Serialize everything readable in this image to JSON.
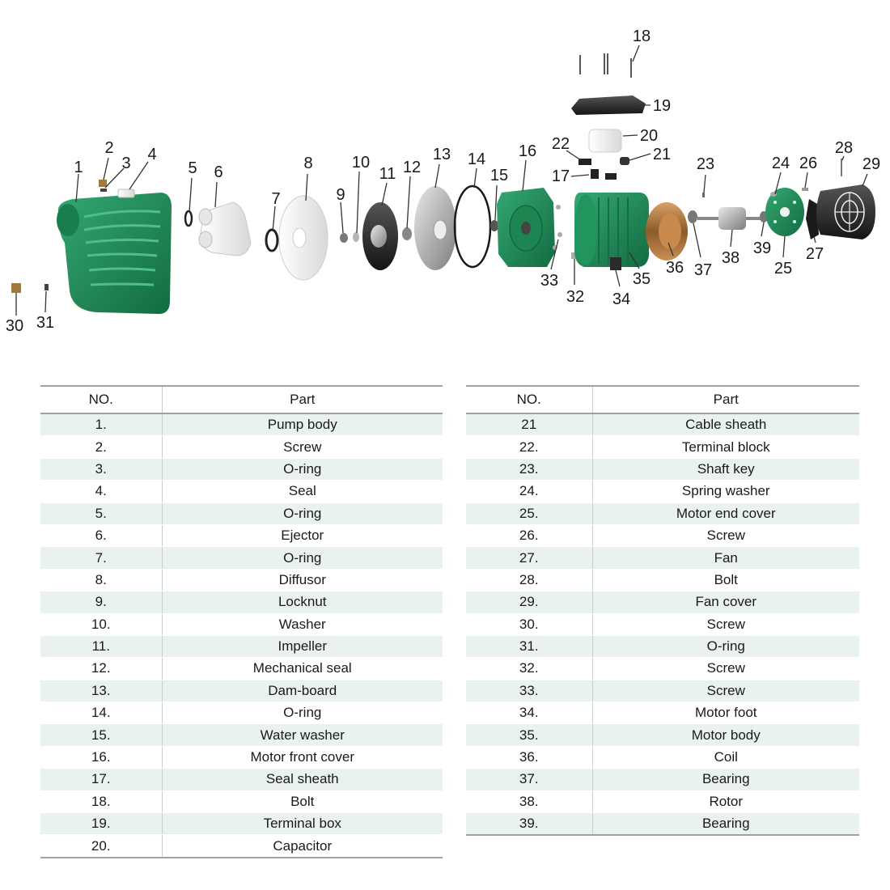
{
  "callouts": [
    "1",
    "2",
    "3",
    "4",
    "5",
    "6",
    "7",
    "8",
    "9",
    "10",
    "11",
    "12",
    "13",
    "14",
    "15",
    "16",
    "17",
    "18",
    "19",
    "20",
    "21",
    "22",
    "23",
    "24",
    "25",
    "26",
    "27",
    "28",
    "29",
    "30",
    "31",
    "32",
    "33",
    "34",
    "35",
    "36",
    "37",
    "38",
    "39"
  ],
  "table": {
    "header_no": "NO.",
    "header_part": "Part",
    "left_rows": [
      {
        "no": "1.",
        "part": "Pump body"
      },
      {
        "no": "2.",
        "part": "Screw"
      },
      {
        "no": "3.",
        "part": "O-ring"
      },
      {
        "no": "4.",
        "part": "Seal"
      },
      {
        "no": "5.",
        "part": "O-ring"
      },
      {
        "no": "6.",
        "part": "Ejector"
      },
      {
        "no": "7.",
        "part": "O-ring"
      },
      {
        "no": "8.",
        "part": "Diffusor"
      },
      {
        "no": "9.",
        "part": "Locknut"
      },
      {
        "no": "10.",
        "part": "Washer"
      },
      {
        "no": "11.",
        "part": "Impeller"
      },
      {
        "no": "12.",
        "part": "Mechanical seal"
      },
      {
        "no": "13.",
        "part": "Dam-board"
      },
      {
        "no": "14.",
        "part": "O-ring"
      },
      {
        "no": "15.",
        "part": "Water washer"
      },
      {
        "no": "16.",
        "part": "Motor front cover"
      },
      {
        "no": "17.",
        "part": "Seal sheath"
      },
      {
        "no": "18.",
        "part": "Bolt"
      },
      {
        "no": "19.",
        "part": "Terminal box"
      },
      {
        "no": "20.",
        "part": "Capacitor"
      }
    ],
    "right_rows": [
      {
        "no": "21",
        "part": "Cable sheath"
      },
      {
        "no": "22.",
        "part": "Terminal block"
      },
      {
        "no": "23.",
        "part": "Shaft key"
      },
      {
        "no": "24.",
        "part": "Spring washer"
      },
      {
        "no": "25.",
        "part": "Motor end cover"
      },
      {
        "no": "26.",
        "part": "Screw"
      },
      {
        "no": "27.",
        "part": "Fan"
      },
      {
        "no": "28.",
        "part": "Bolt"
      },
      {
        "no": "29.",
        "part": "Fan cover"
      },
      {
        "no": "30.",
        "part": "Screw"
      },
      {
        "no": "31.",
        "part": "O-ring"
      },
      {
        "no": "32.",
        "part": "Screw"
      },
      {
        "no": "33.",
        "part": "Screw"
      },
      {
        "no": "34.",
        "part": "Motor foot"
      },
      {
        "no": "35.",
        "part": "Motor body"
      },
      {
        "no": "36.",
        "part": "Coil"
      },
      {
        "no": "37.",
        "part": "Bearing"
      },
      {
        "no": "38.",
        "part": "Rotor"
      },
      {
        "no": "39.",
        "part": "Bearing"
      }
    ]
  },
  "colors": {
    "pump_green": "#1f8f5a",
    "pump_green_dark": "#136b41",
    "part_white": "#f2f2f2",
    "part_dark": "#2a2a2a",
    "copper": "#b07a3e",
    "row_tint": "#e9f2ee"
  }
}
